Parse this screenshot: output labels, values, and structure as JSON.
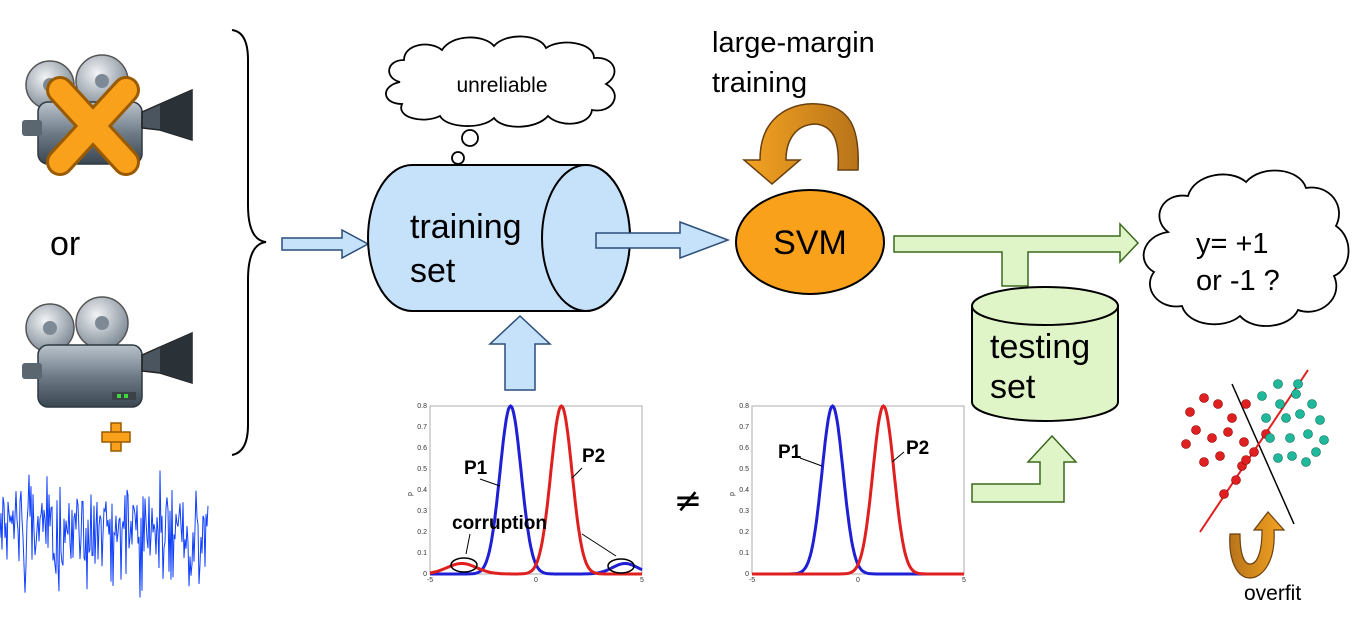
{
  "labels": {
    "or": "or",
    "unreliable": "unreliable",
    "large_margin": [
      "large-margin",
      "training"
    ],
    "training_set": [
      "training",
      "set"
    ],
    "svm": "SVM",
    "testing_set": [
      "testing",
      "set"
    ],
    "output": [
      "y=  +1",
      "or -1 ?"
    ],
    "overfit": "overfit",
    "not_equal": "≠"
  },
  "plots": [
    {
      "p1_label": "P1",
      "p2_label": "P2",
      "annotation": "corruption",
      "xticks": [
        "-5",
        "0",
        "5"
      ],
      "yticks": [
        "0",
        "0.1",
        "0.2",
        "0.3",
        "0.4",
        "0.5",
        "0.6",
        "0.7",
        "0.8"
      ],
      "ylabel": "p"
    },
    {
      "p1_label": "P1",
      "p2_label": "P2",
      "xticks": [
        "-5",
        "0",
        "5"
      ],
      "yticks": [
        "0",
        "0.1",
        "0.2",
        "0.3",
        "0.4",
        "0.5",
        "0.6",
        "0.7",
        "0.8"
      ],
      "ylabel": "p"
    }
  ],
  "colors": {
    "light_blue": "#c6e2fb",
    "svm_orange": "#f9a11b",
    "light_green": "#dff5c8",
    "curve_blue": "#1f1fd6",
    "curve_red": "#e01f1f",
    "noise_blue": "#1040ff"
  }
}
